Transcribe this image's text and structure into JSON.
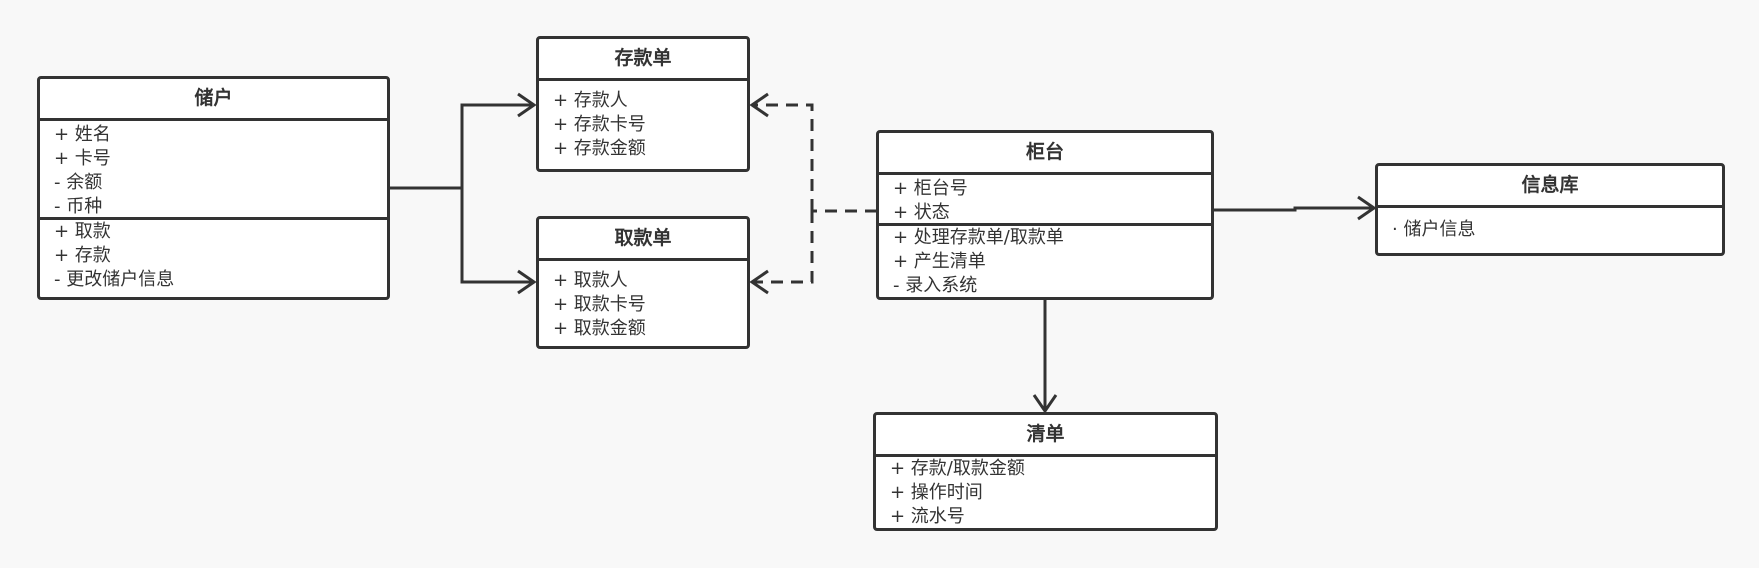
{
  "classes": {
    "depositor": {
      "title": "储户",
      "attributes": [
        "+ 姓名",
        "+ 卡号",
        "- 余额",
        "- 币种"
      ],
      "methods": [
        "+ 取款",
        "+ 存款",
        "- 更改储户信息"
      ]
    },
    "deposit_slip": {
      "title": "存款单",
      "attributes": [
        "+ 存款人",
        "+ 存款卡号",
        "+ 存款金额"
      ]
    },
    "withdrawal_slip": {
      "title": "取款单",
      "attributes": [
        "+ 取款人",
        "+ 取款卡号",
        "+ 取款金额"
      ]
    },
    "counter": {
      "title": "柜台",
      "attributes": [
        "+ 柜台号",
        "+ 状态"
      ],
      "methods": [
        "+ 处理存款单/取款单",
        "+ 产生清单",
        "- 录入系统"
      ]
    },
    "database": {
      "title": "信息库",
      "attributes": [
        "· 储户信息"
      ]
    },
    "receipt": {
      "title": "清单",
      "attributes": [
        "+ 存款/取款金额",
        "+ 操作时间",
        "+ 流水号"
      ]
    }
  },
  "relationships": [
    {
      "from": "depositor",
      "to": "deposit_slip",
      "style": "solid",
      "arrow": "open"
    },
    {
      "from": "depositor",
      "to": "withdrawal_slip",
      "style": "solid",
      "arrow": "open"
    },
    {
      "from": "counter",
      "to": "deposit_slip",
      "style": "dashed",
      "arrow": "open"
    },
    {
      "from": "counter",
      "to": "withdrawal_slip",
      "style": "dashed",
      "arrow": "open"
    },
    {
      "from": "counter",
      "to": "database",
      "style": "solid",
      "arrow": "open"
    },
    {
      "from": "counter",
      "to": "receipt",
      "style": "solid",
      "arrow": "open"
    }
  ],
  "colors": {
    "line": "#333333",
    "background": "#f8f8f8",
    "box_fill": "#ffffff"
  }
}
